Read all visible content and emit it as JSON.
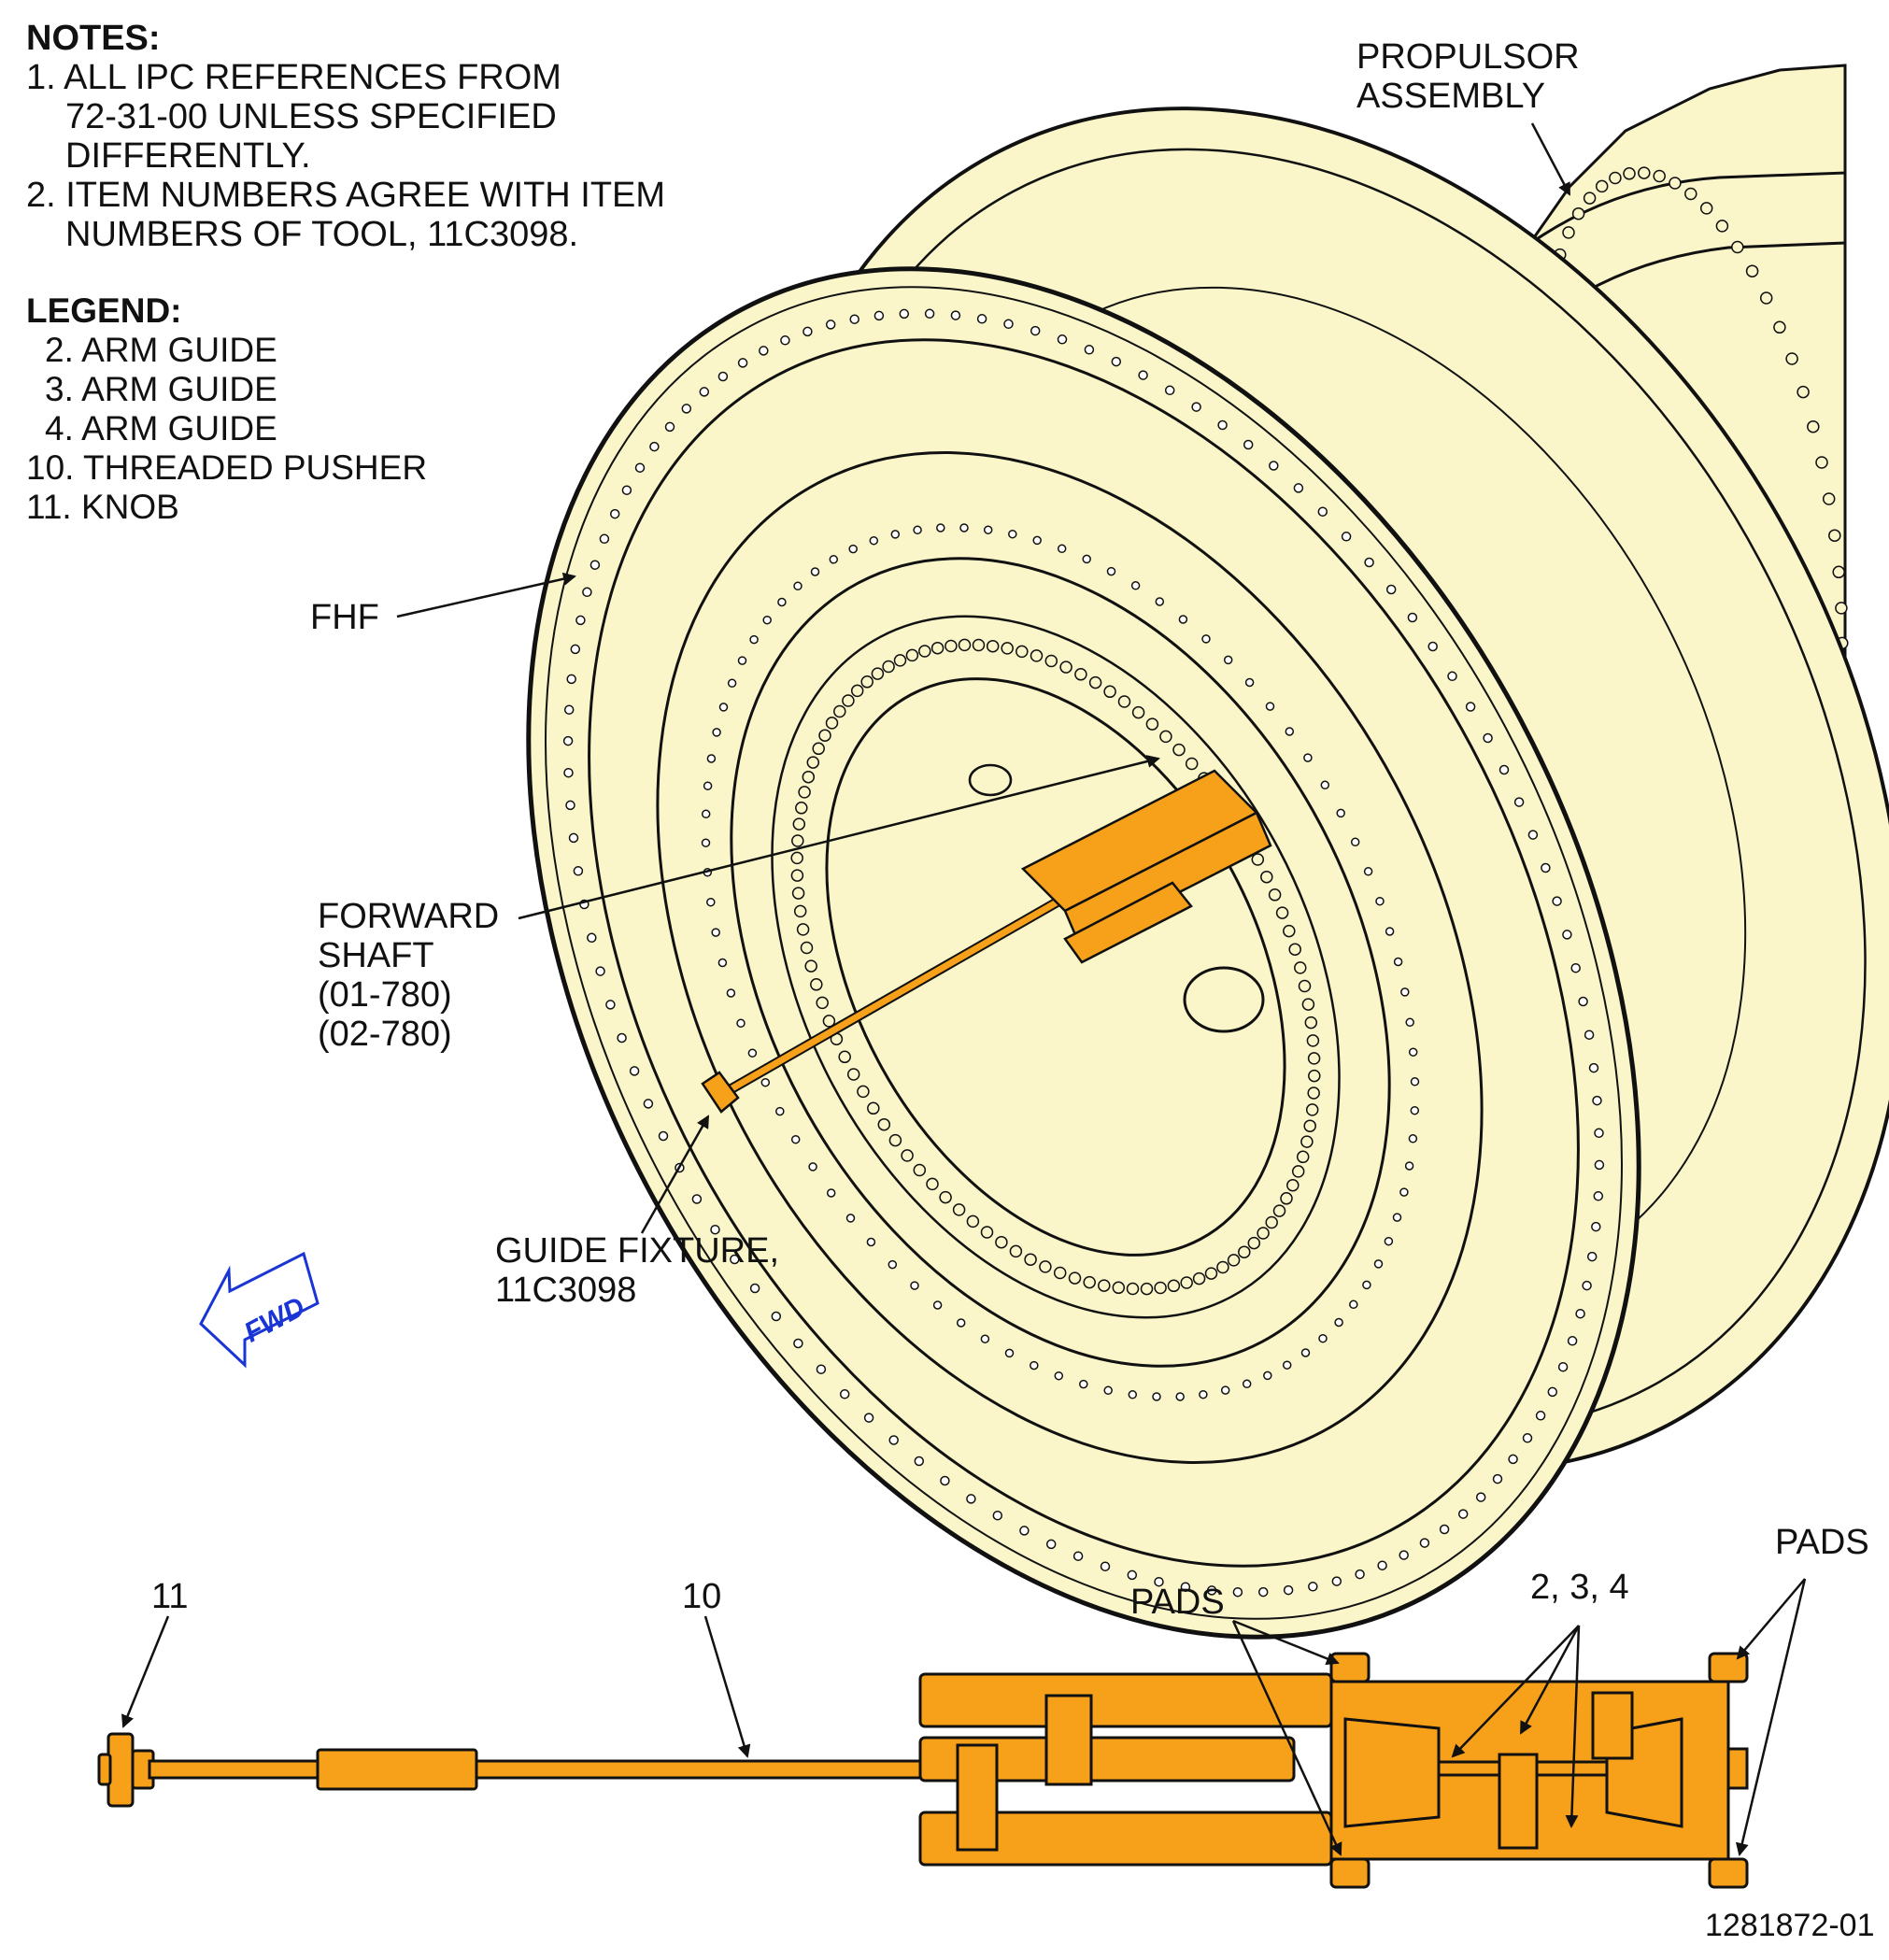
{
  "notes": {
    "header": "NOTES:",
    "items": [
      "1. ALL IPC REFERENCES FROM",
      "72-31-00 UNLESS SPECIFIED",
      "DIFFERENTLY.",
      "2. ITEM NUMBERS AGREE WITH ITEM",
      "NUMBERS OF TOOL, 11C3098."
    ]
  },
  "legend": {
    "header": "LEGEND:",
    "items": [
      "2. ARM GUIDE",
      "3. ARM GUIDE",
      "4. ARM GUIDE",
      "10. THREADED PUSHER",
      "11. KNOB"
    ]
  },
  "callouts": {
    "propulsor": [
      "PROPULSOR",
      "ASSEMBLY"
    ],
    "fhf": "FHF",
    "forward_shaft": [
      "FORWARD",
      "SHAFT",
      "(01-780)",
      "(02-780)"
    ],
    "guide_fixture": [
      "GUIDE FIXTURE,",
      "11C3098"
    ],
    "fwd_arrow": "FWD"
  },
  "detail_labels": {
    "item_11": "11",
    "item_10": "10",
    "pads_left": "PADS",
    "pads_right": "PADS",
    "arm_guides": "2, 3, 4"
  },
  "figure_id": "1281872-01",
  "colors": {
    "assembly_fill": "#FAF6C9",
    "tool_fill": "#F7A11A",
    "outline": "#111111",
    "fwd_arrow": "#1A35D6"
  }
}
